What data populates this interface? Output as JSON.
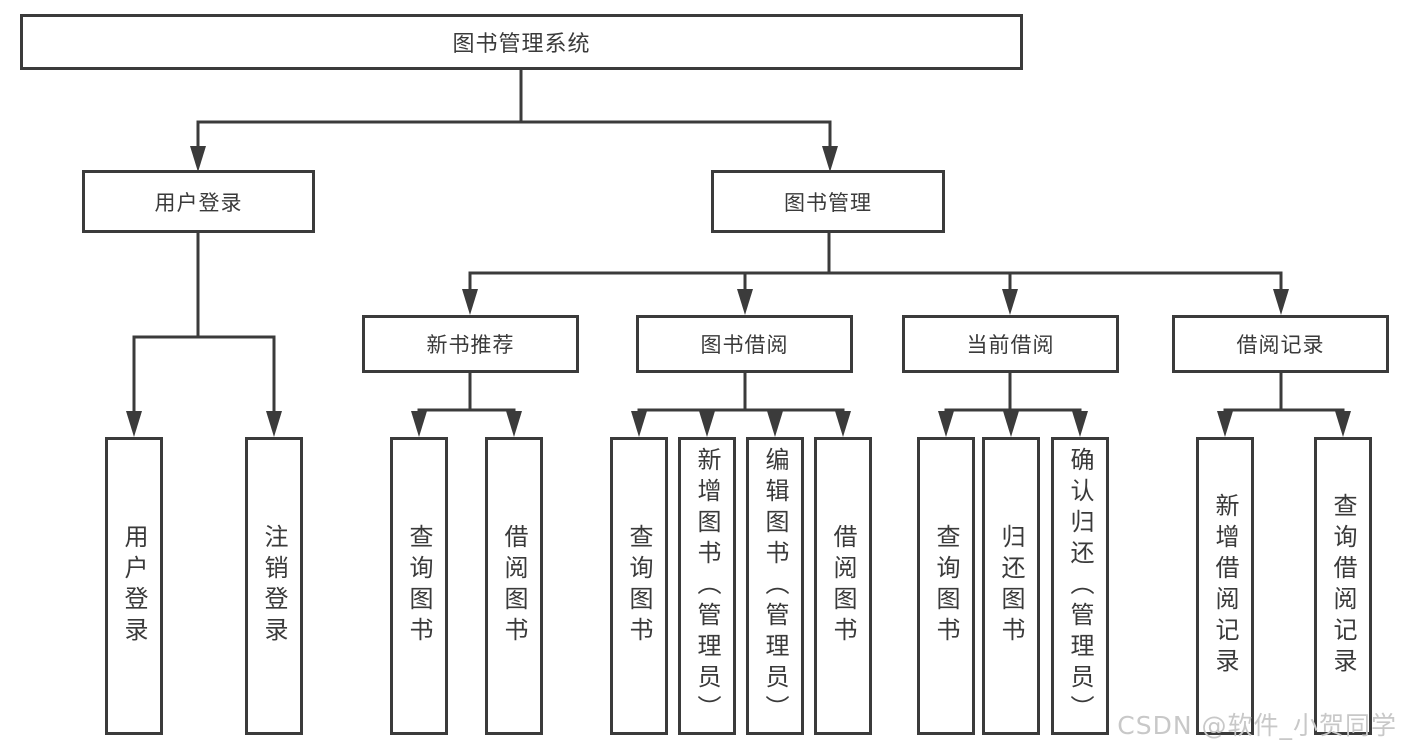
{
  "colors": {
    "line": "#3b3b3b",
    "text": "#3a3a3a",
    "background": "#ffffff",
    "watermark": "#c8c8c8"
  },
  "watermark": {
    "text": "CSDN @软件_小贺同学"
  },
  "tree": {
    "root": {
      "label": "图书管理系统"
    },
    "branches": [
      {
        "label": "用户登录",
        "children": [
          {
            "label": "用户登录"
          },
          {
            "label": "注销登录"
          }
        ]
      },
      {
        "label": "图书管理",
        "children": [
          {
            "label": "新书推荐",
            "children": [
              {
                "label": "查询图书"
              },
              {
                "label": "借阅图书"
              }
            ]
          },
          {
            "label": "图书借阅",
            "children": [
              {
                "label": "查询图书"
              },
              {
                "label": "新增图书（管理员）"
              },
              {
                "label": "编辑图书（管理员）"
              },
              {
                "label": "借阅图书"
              }
            ]
          },
          {
            "label": "当前借阅",
            "children": [
              {
                "label": "查询图书"
              },
              {
                "label": "归还图书"
              },
              {
                "label": "确认归还（管理员）"
              }
            ]
          },
          {
            "label": "借阅记录",
            "children": [
              {
                "label": "新增借阅记录"
              },
              {
                "label": "查询借阅记录"
              }
            ]
          }
        ]
      }
    ]
  }
}
